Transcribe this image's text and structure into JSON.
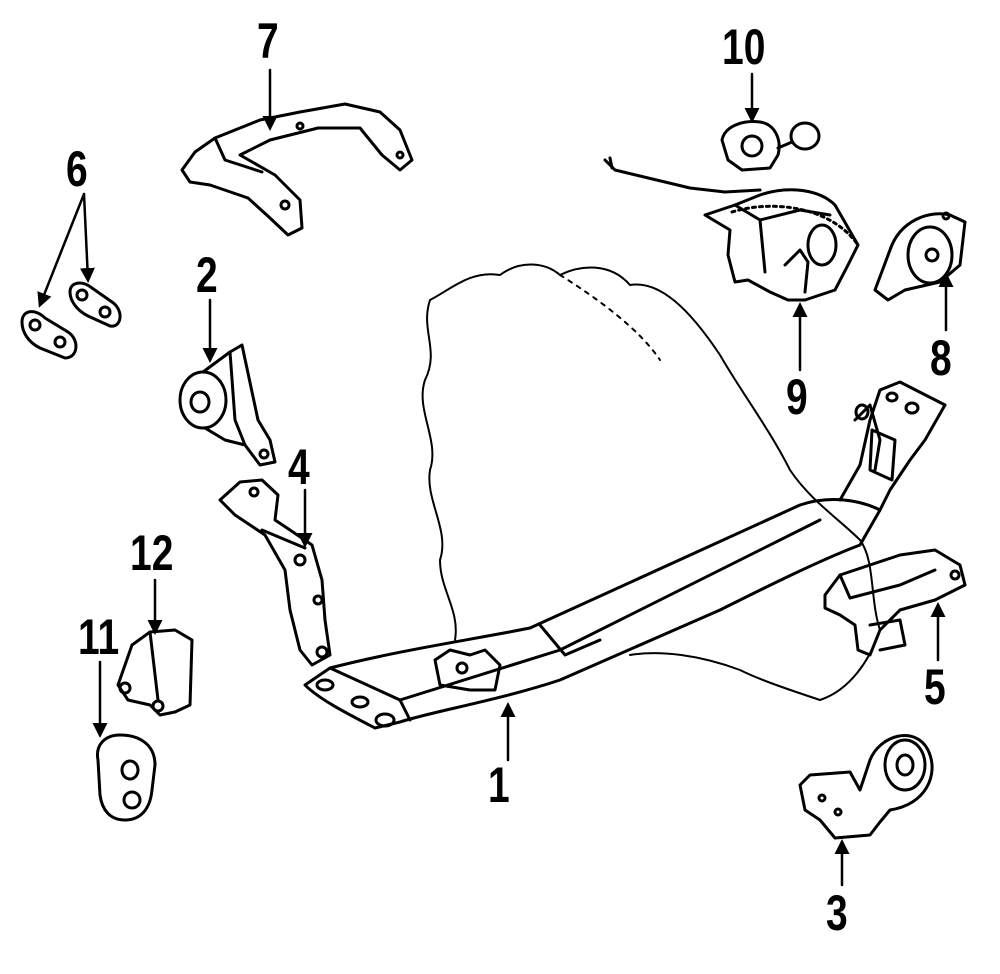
{
  "callouts": {
    "c1": "1",
    "c2": "2",
    "c3": "3",
    "c4": "4",
    "c5": "5",
    "c6": "6",
    "c7": "7",
    "c8": "8",
    "c9": "9",
    "c10": "10",
    "c11": "11",
    "c12": "12"
  },
  "ink_color": "#000000",
  "paper_color": "#ffffff"
}
